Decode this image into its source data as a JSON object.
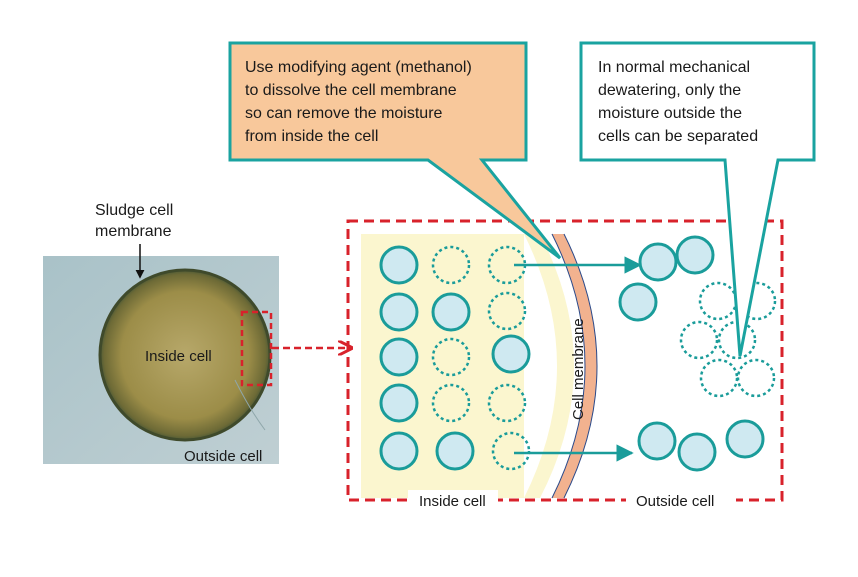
{
  "colors": {
    "dashed_frame": "#d8222b",
    "teal": "#1a9c9a",
    "droplet_fill": "#cfe9f1",
    "inside_cell_bg": "#fbf6cf",
    "membrane_fill": "#f2b28f",
    "callout_orange": "#f8c89b",
    "callout_border": "#1aa3a0"
  },
  "photo": {
    "title_line1": "Sludge cell",
    "title_line2": "membrane",
    "inside_label": "Inside cell",
    "outside_label": "Outside cell"
  },
  "diagram": {
    "membrane_label": "Cell membrane",
    "inside_label": "Inside cell",
    "outside_label": "Outside cell"
  },
  "callout_left": {
    "lines": [
      "Use modifying agent (methanol)",
      "to dissolve the cell membrane",
      "so can remove the moisture",
      "from inside the cell"
    ]
  },
  "callout_right": {
    "lines": [
      "In normal mechanical",
      "dewatering, only the",
      "moisture outside the",
      "cells can be separated"
    ]
  }
}
